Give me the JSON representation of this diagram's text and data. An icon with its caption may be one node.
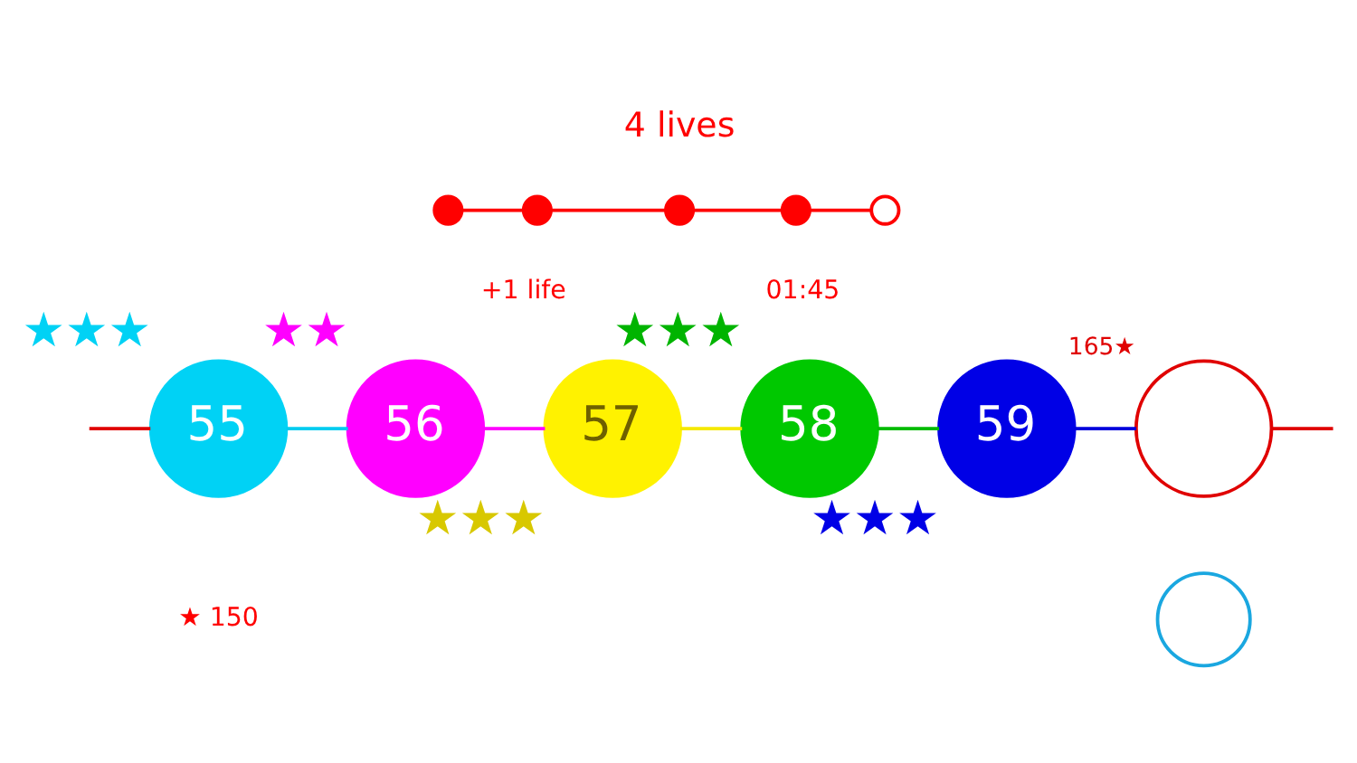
{
  "diagram": {
    "nodes": [
      {
        "text": [],
        "shape": "circle"
      },
      {
        "text": [],
        "shape": "circle"
      },
      {
        "text": [],
        "shape": "circle"
      },
      {
        "text": [],
        "shape": "circle"
      },
      {
        "text": [],
        "shape": "circle"
      },
      {
        "text": [
          "55"
        ],
        "beside": [
          "★★★"
        ]
      },
      {
        "text": [
          "56"
        ],
        "beside": [
          "★★"
        ]
      },
      {
        "text": [
          "57"
        ],
        "beside": [
          "★★★"
        ]
      },
      {
        "text": [
          "58"
        ],
        "beside": [
          "★★★"
        ]
      },
      {
        "text": [
          "59"
        ],
        "beside": [
          "★★★"
        ]
      },
      {
        "text": [],
        "shape": "circle",
        "beside": [
          "165★"
        ]
      },
      {
        "text": [],
        "shape": "circle"
      }
    ],
    "edges": [
      {
        "from": 0,
        "to": 1,
        "arrow": "none",
        "color": "#ff0000"
      },
      {
        "from": 1,
        "to": 2,
        "arrow": "none",
        "color": "#ff0000"
      },
      {
        "from": 2,
        "to": 3,
        "arrow": "none",
        "color": "#ff0000"
      },
      {
        "from": 3,
        "to": 4,
        "arrow": "none",
        "color": "#ff0000"
      },
      {
        "from": null,
        "to": 5,
        "arrow": "none",
        "color": "#e00000"
      },
      {
        "from": 5,
        "to": 6,
        "arrow": "none",
        "color": "#00ccf0"
      },
      {
        "from": 6,
        "to": 7,
        "arrow": "none",
        "color": "#ff00ff"
      },
      {
        "from": 7,
        "to": 8,
        "arrow": "none",
        "color": "#f5e800"
      },
      {
        "from": 8,
        "to": 9,
        "arrow": "none",
        "color": "#00bb00"
      },
      {
        "from": 9,
        "to": 10,
        "arrow": "none",
        "color": "#0000dd"
      },
      {
        "from": 10,
        "to": null,
        "arrow": "none",
        "color": "#e00000"
      }
    ],
    "labels": [
      "4 lives",
      "+1 life",
      "01:45",
      "★ 150"
    ]
  }
}
